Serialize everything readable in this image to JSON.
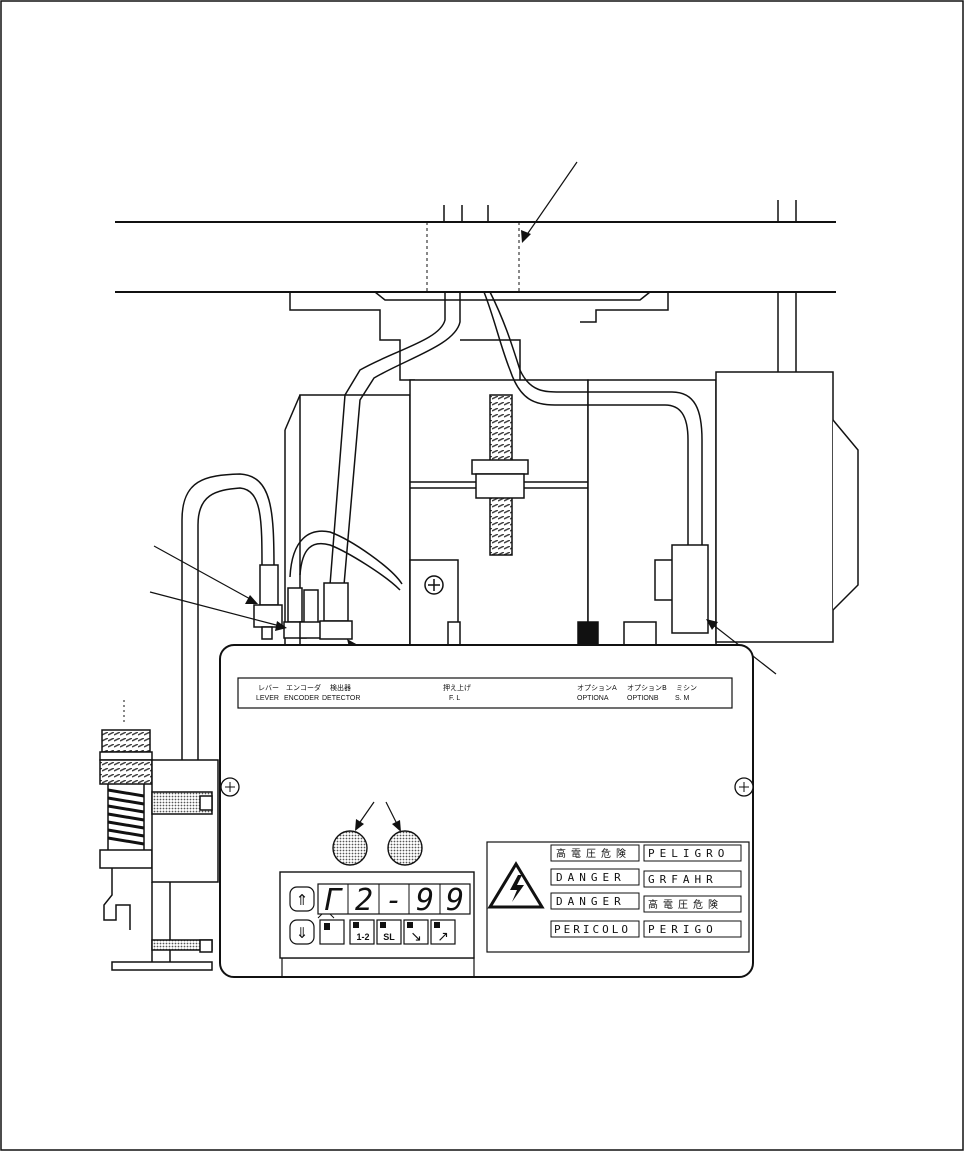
{
  "connectors": {
    "lever": {
      "jp": "レバー",
      "en": "LEVER"
    },
    "encoder": {
      "jp": "エンコーダ",
      "en": "ENCODER"
    },
    "detector": {
      "jp": "検出器",
      "en": "DETECTOR"
    },
    "fl": {
      "jp": "押え上げ",
      "en": "F. L"
    },
    "option_a": {
      "jp": "オプションA",
      "en": "OPTIONA"
    },
    "option_b": {
      "jp": "オプションB",
      "en": "OPTIONB"
    },
    "sm": {
      "jp": "ミシン",
      "en": "S. M"
    }
  },
  "display": {
    "digits": [
      "Γ",
      "2",
      "-",
      "9",
      "9"
    ]
  },
  "keys": {
    "k12": "1-2",
    "ksl": "SL"
  },
  "warnings": [
    [
      "高電圧危険",
      "PELIGRO"
    ],
    [
      "DANGER",
      "GRFAHR"
    ],
    [
      "DANGER",
      "高電圧危険"
    ],
    [
      "PERICOLO",
      "PERIGO"
    ]
  ],
  "colors": {
    "line": "#111111",
    "shade": "#9a9a9a"
  }
}
